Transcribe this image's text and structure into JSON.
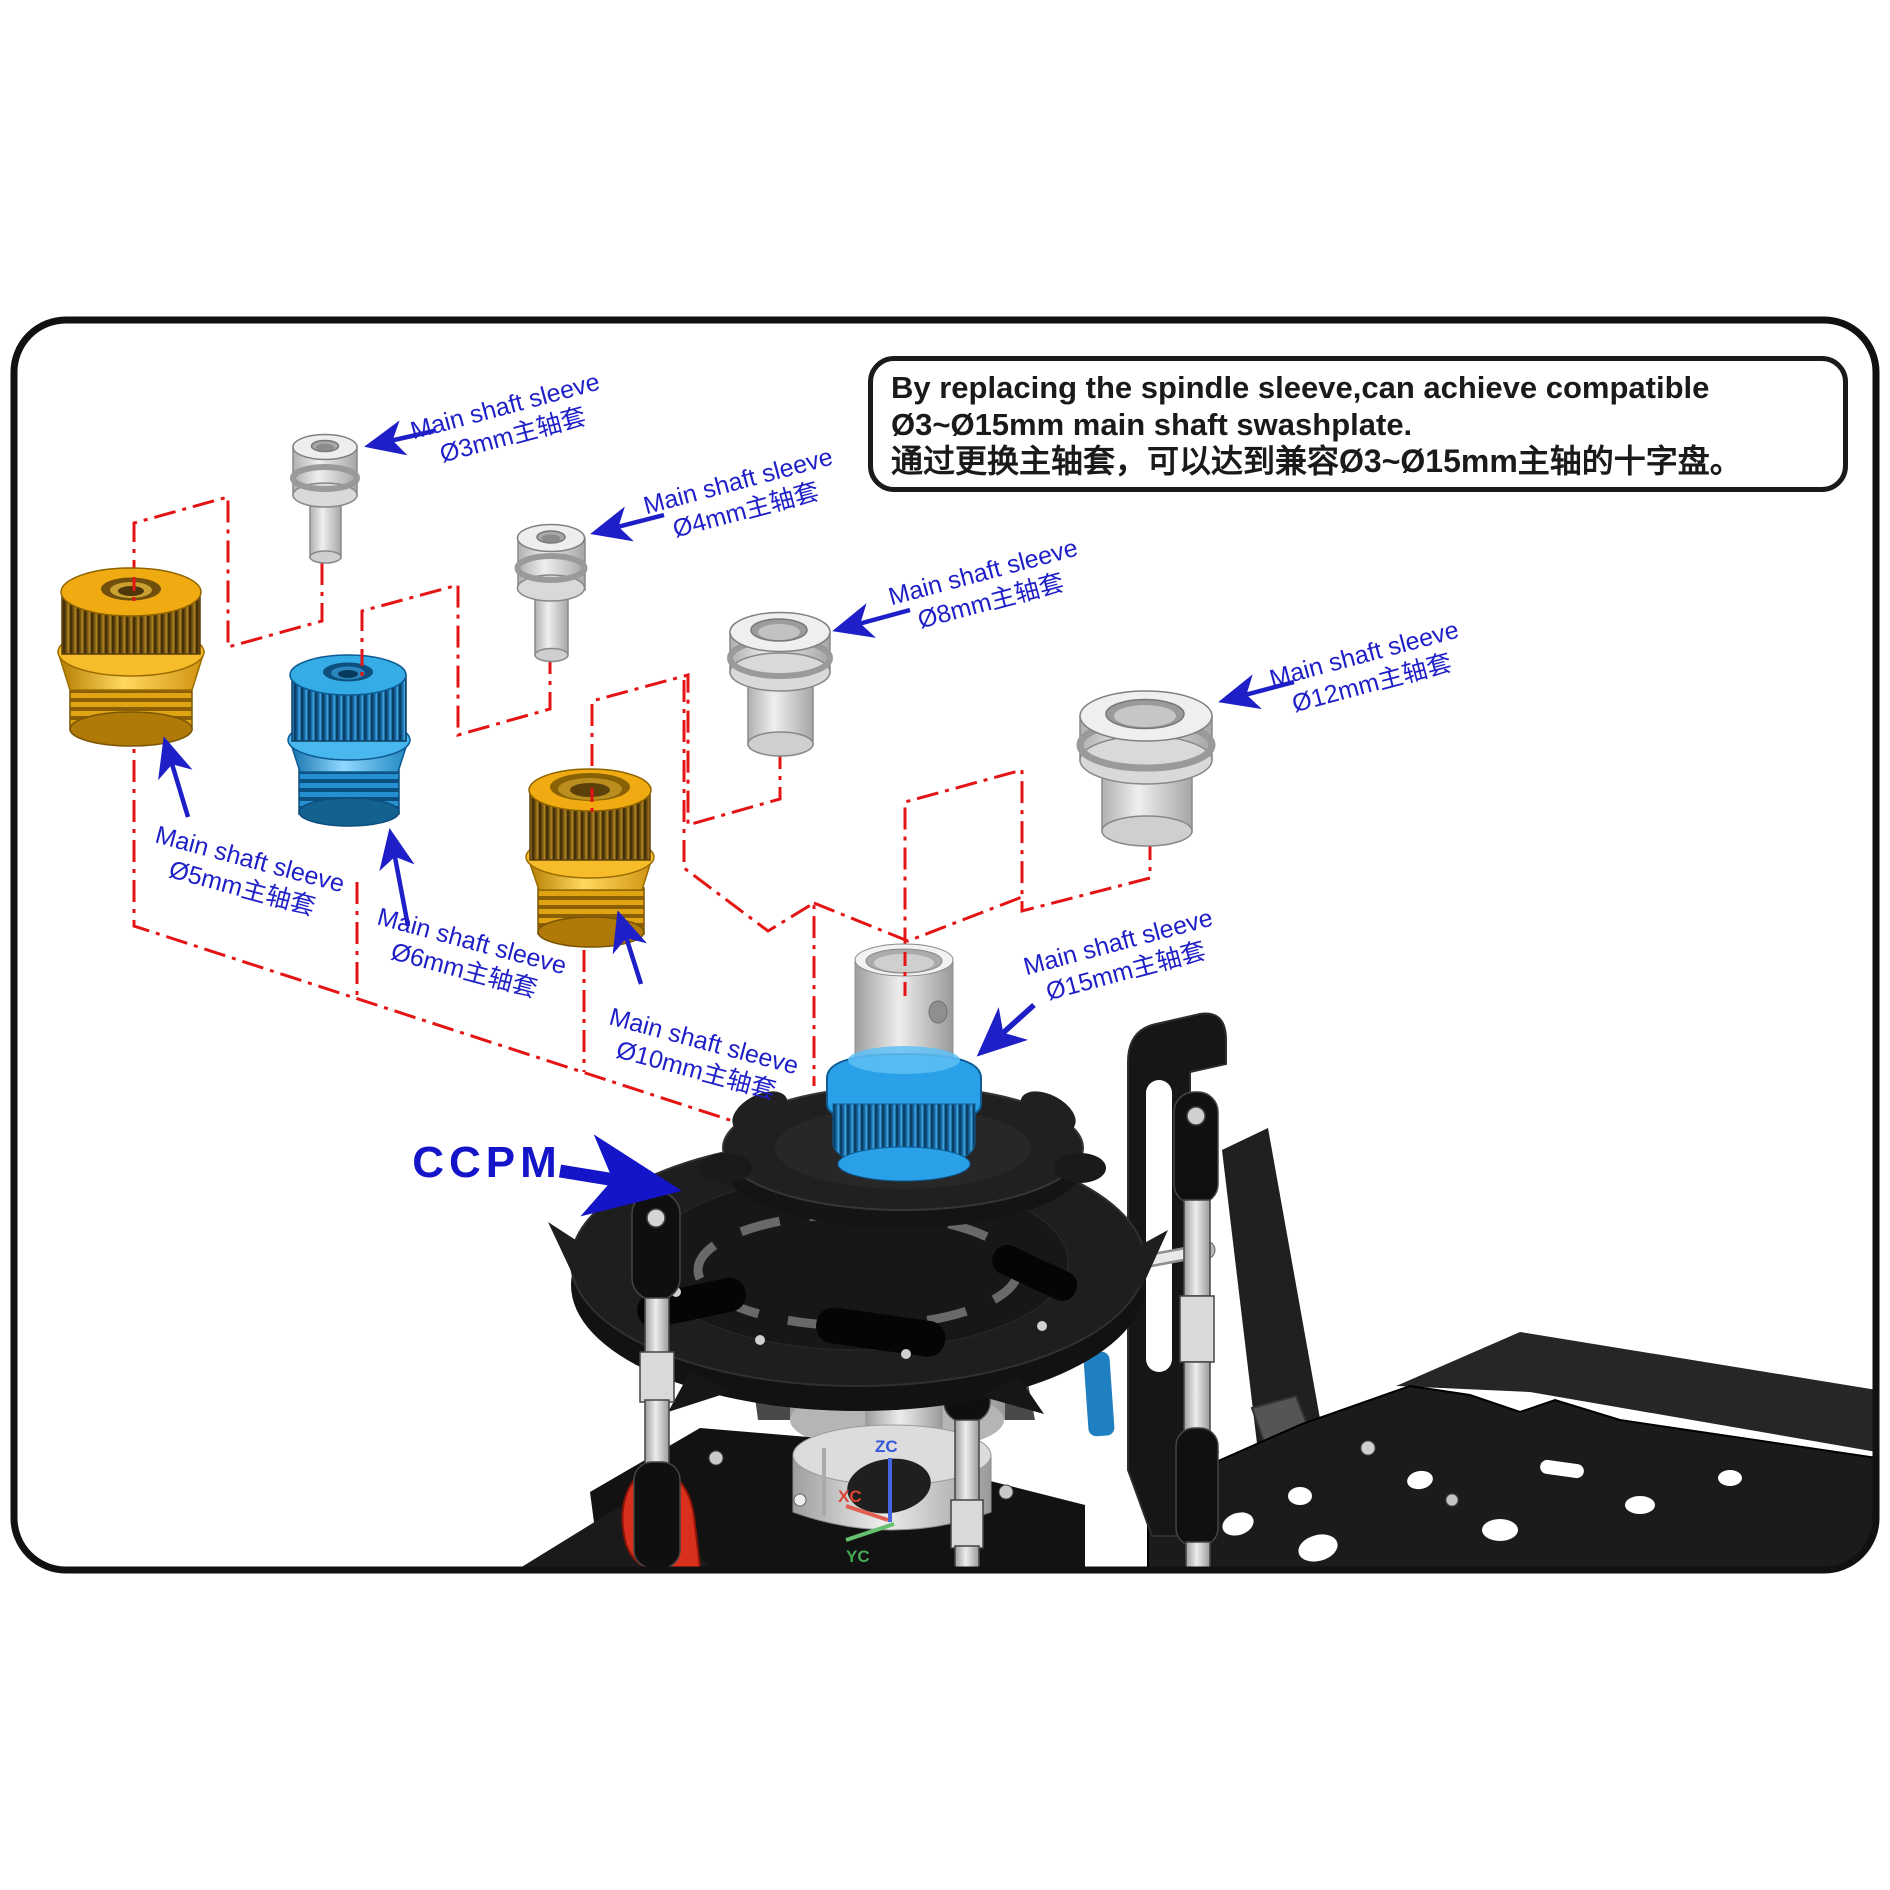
{
  "note_box": {
    "line1": "By replacing the spindle sleeve,can achieve compatible",
    "line2": "Ø3~Ø15mm main shaft swashplate.",
    "line3": "通过更换主轴套，可以达到兼容Ø3~Ø15mm主轴的十字盘。"
  },
  "labels": {
    "en": "Main shaft sleeve",
    "sleeves": [
      {
        "size": "3mm",
        "zh": "Ø3mm主轴套"
      },
      {
        "size": "4mm",
        "zh": "Ø4mm主轴套"
      },
      {
        "size": "8mm",
        "zh": "Ø8mm主轴套"
      },
      {
        "size": "12mm",
        "zh": "Ø12mm主轴套"
      },
      {
        "size": "5mm",
        "zh": "Ø5mm主轴套"
      },
      {
        "size": "6mm",
        "zh": "Ø6mm主轴套"
      },
      {
        "size": "10mm",
        "zh": "Ø10mm主轴套"
      },
      {
        "size": "15mm",
        "zh": "Ø15mm主轴套"
      }
    ],
    "ccpm": "CCPM"
  },
  "axis_triad": {
    "z": "ZC",
    "x": "XC",
    "y": "YC"
  },
  "colors": {
    "label_blue": "#1f1fc8",
    "line_red": "#e41414",
    "gold": "#f2ae14",
    "anodized_blue": "#2aa0e8",
    "plastic_black": "#1b1b1b"
  }
}
